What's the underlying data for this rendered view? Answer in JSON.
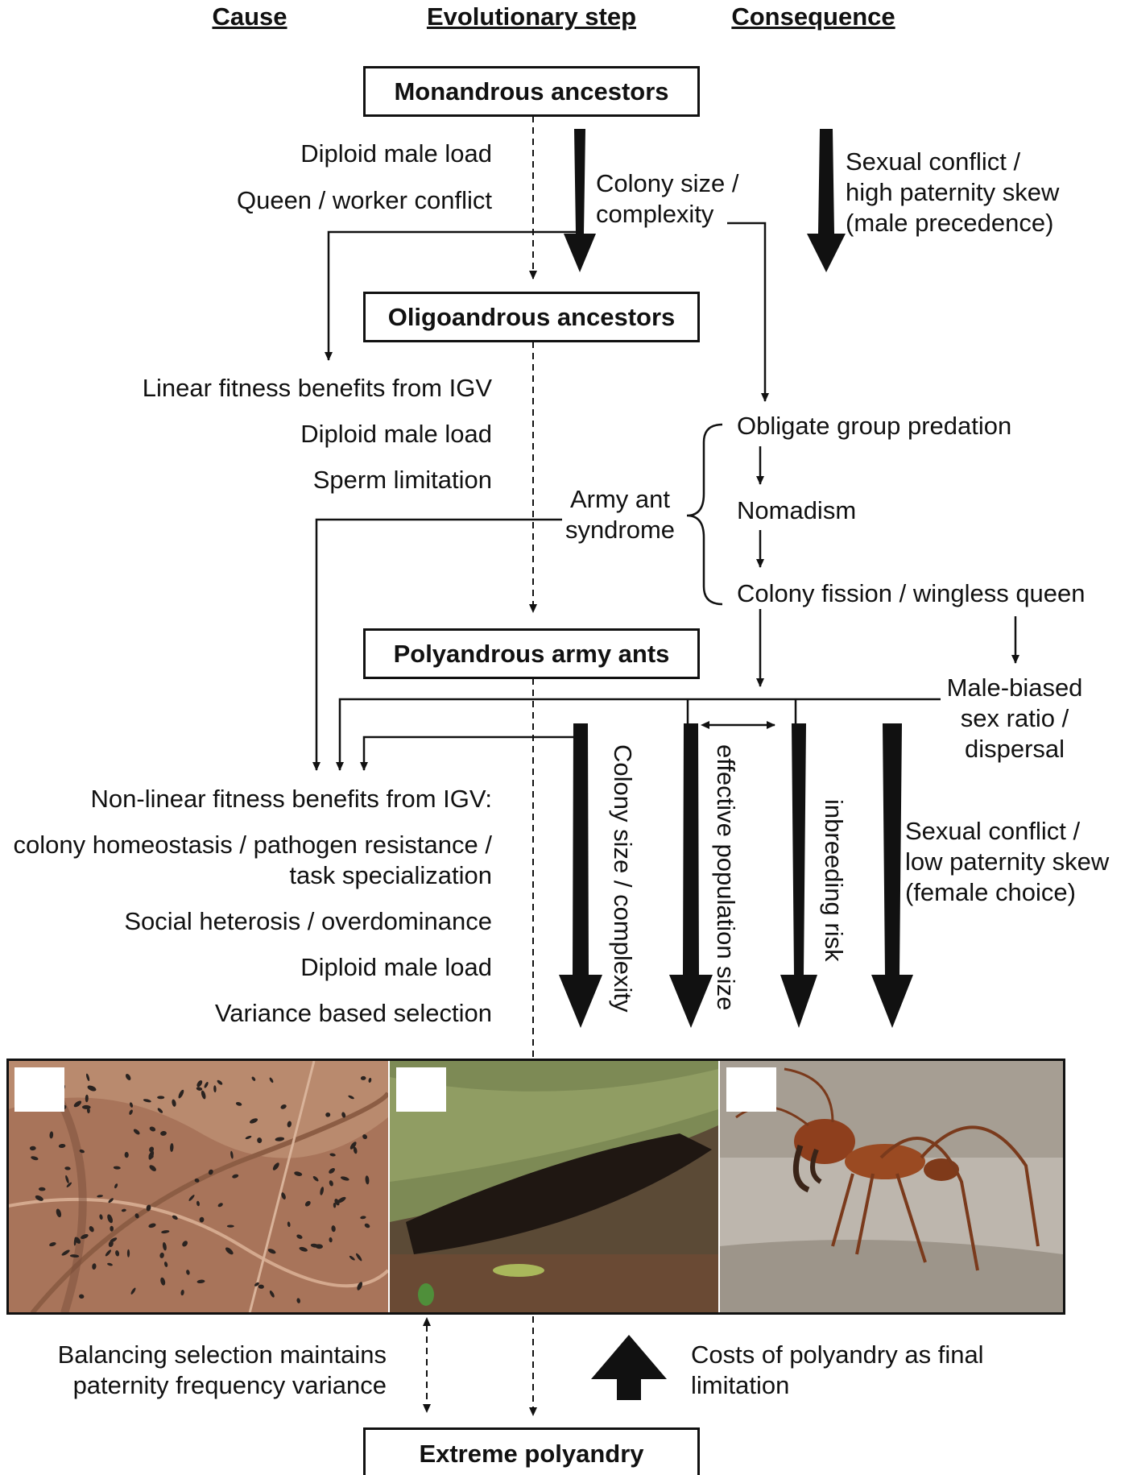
{
  "headers": {
    "cause": "Cause",
    "step": "Evolutionary step",
    "consequence": "Consequence"
  },
  "boxes": {
    "monandrous": "Monandrous ancestors",
    "oligoandrous": "Oligoandrous ancestors",
    "polyandrous": "Polyandrous army ants",
    "extreme": "Extreme polyandry"
  },
  "stage1": {
    "causes": [
      "Diploid male load",
      "Queen / worker conflict"
    ],
    "colony_size": [
      "Colony size /",
      "complexity"
    ],
    "sexual_conflict": [
      "Sexual conflict /",
      "high paternity skew",
      "(male precedence)"
    ]
  },
  "stage2": {
    "causes": [
      "Linear fitness benefits from IGV",
      "Diploid male load",
      "Sperm limitation"
    ],
    "syndrome": [
      "Army ant",
      "syndrome"
    ],
    "syndrome_steps": [
      "Obligate group predation",
      "Nomadism",
      "Colony fission / wingless queen"
    ]
  },
  "stage3": {
    "male_biased": [
      "Male-biased",
      "sex ratio /",
      "dispersal"
    ],
    "causes_title": "Non-linear fitness benefits from IGV:",
    "causes_sub": [
      "colony homeostasis / pathogen resistance /",
      "task specialization"
    ],
    "causes_rest": [
      "Social heterosis / overdominance",
      "Diploid male load",
      "Variance based selection"
    ],
    "arrow_labels": [
      "Colony size / complexity",
      "effective population size",
      "inbreeding risk"
    ],
    "sexual_conflict": [
      "Sexual conflict /",
      "low paternity skew",
      "(female choice)"
    ]
  },
  "stage4": {
    "balancing": [
      "Balancing selection maintains",
      "paternity frequency variance"
    ],
    "costs": [
      "Costs of polyandry as final",
      "limitation"
    ]
  },
  "photos": {
    "left": "army-ant-swarm-on-leaf-litter",
    "middle": "army-ant-bivouac-under-log",
    "right": "army-ant-soldier-closeup"
  }
}
